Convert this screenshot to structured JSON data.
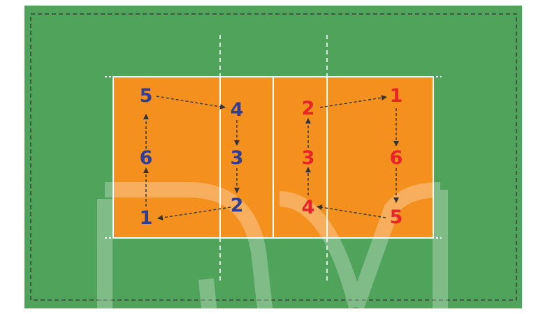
{
  "colors": {
    "background": "#ffffff",
    "field": "#4fa35a",
    "court": "#f4901e",
    "lines": "#ffffff",
    "boundary_dash": "#333333",
    "arrows": "#333333",
    "team_left": "#2f3f95",
    "team_right": "#e8232a",
    "watermark": "#ffffff"
  },
  "team_left": {
    "positions": [
      {
        "label": "1"
      },
      {
        "label": "2"
      },
      {
        "label": "3"
      },
      {
        "label": "4"
      },
      {
        "label": "5"
      },
      {
        "label": "6"
      }
    ]
  },
  "team_right": {
    "positions": [
      {
        "label": "1"
      },
      {
        "label": "2"
      },
      {
        "label": "3"
      },
      {
        "label": "4"
      },
      {
        "label": "5"
      },
      {
        "label": "6"
      }
    ]
  },
  "rotation_arrows": {
    "team_left": [
      [
        "2",
        "1"
      ],
      [
        "1",
        "6"
      ],
      [
        "6",
        "5"
      ],
      [
        "5",
        "4"
      ],
      [
        "4",
        "3"
      ],
      [
        "3",
        "2"
      ]
    ],
    "team_right": [
      [
        "5",
        "4"
      ],
      [
        "4",
        "3"
      ],
      [
        "3",
        "2"
      ],
      [
        "2",
        "1"
      ],
      [
        "1",
        "6"
      ],
      [
        "6",
        "5"
      ]
    ]
  }
}
